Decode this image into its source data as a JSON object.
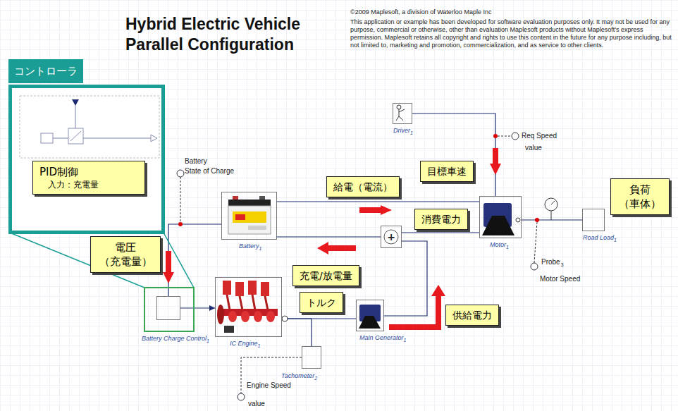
{
  "diagram": {
    "title": "Hybrid Electric Vehicle Parallel Configuration",
    "nodes": [
      {
        "text": [
          "コントローラ"
        ]
      },
      {
        "text": [
          "PID制御",
          "入力：充電量"
        ],
        "in": 0
      },
      {
        "text": [
          "Driver",
          "1"
        ]
      },
      {
        "text": [
          "目標車速"
        ]
      },
      {
        "text": [
          "給電（電流）"
        ]
      },
      {
        "text": [
          "Battery",
          "1"
        ]
      },
      {
        "text": [
          "Motor",
          "1"
        ]
      },
      {
        "text": [
          "Road Load",
          "1"
        ]
      },
      {
        "text": [
          "負荷 （車体）"
        ]
      },
      {
        "text": [
          "消費電力"
        ]
      },
      {
        "text": [
          "+"
        ]
      },
      {
        "text": [
          "電圧 （充電量）"
        ]
      },
      {
        "text": [
          "充電/放電量"
        ]
      },
      {
        "text": [
          "Battery Charge Control",
          "1"
        ]
      },
      {
        "text": [
          "IC Engine",
          "1"
        ]
      },
      {
        "text": [
          "トルク"
        ]
      },
      {
        "text": [
          "Main Generator",
          "1"
        ]
      },
      {
        "text": [
          "供給電力"
        ]
      },
      {
        "text": [
          "Tachometer",
          "2"
        ]
      }
    ],
    "edges": [
      {
        "from": 2,
        "to": 6,
        "arrow": "none"
      },
      {
        "from": 5,
        "to": 6,
        "arrow": "none"
      },
      {
        "from": 6,
        "to": 10,
        "arrow": "none"
      },
      {
        "from": 16,
        "to": 10,
        "arrow": "none"
      },
      {
        "from": 10,
        "to": 5,
        "arrow": "none"
      },
      {
        "from": 5,
        "to": 13,
        "arrow": "none"
      },
      {
        "from": 13,
        "to": 14,
        "arrow": "to"
      },
      {
        "from": 14,
        "to": 16,
        "arrow": "none"
      },
      {
        "from": 14,
        "to": 18,
        "arrow": "none"
      },
      {
        "from": 6,
        "to": 7,
        "arrow": "none"
      }
    ],
    "labels": [
      "©2009 Maplesoft, a division of Waterloo Maple Inc",
      "This application or example has been developed for software evaluation purposes only. It may not be used for any purpose, commercial or otherwise, other than evaluation Maplesoft products without Maplesoft's express permission. Maplesoft retains all copyright and rights to use this content in the future for any purpose including, but not limited to, marketing and promotion, commercialization, and as service to other clients.",
      "Battery",
      "State of Charge",
      "Req Speed",
      "value",
      "Probe",
      "3",
      "Motor Speed",
      "Engine Speed",
      "value"
    ]
  }
}
